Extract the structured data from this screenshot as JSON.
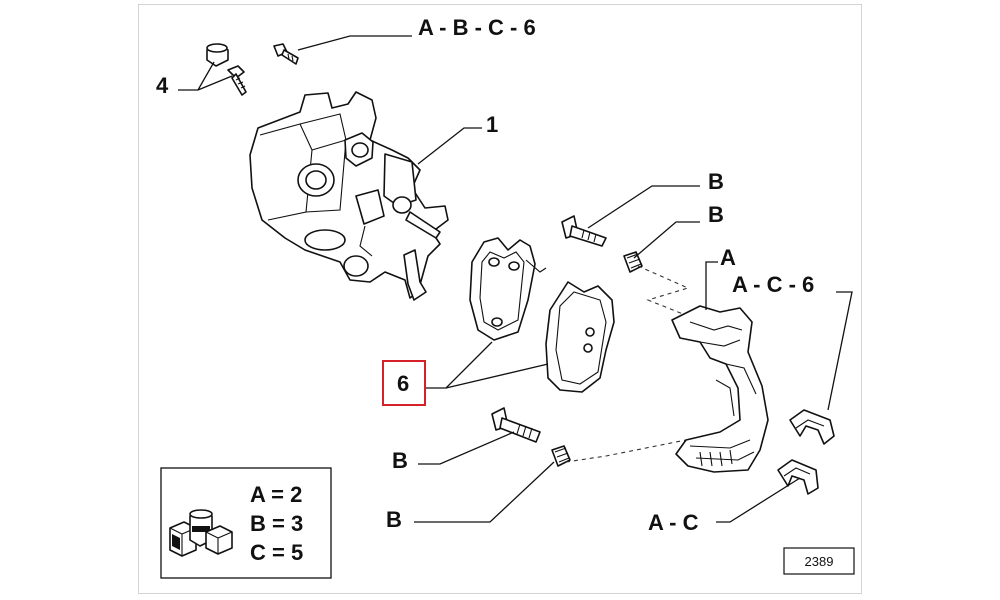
{
  "labels": {
    "top_callout": "A - B - C - 6",
    "item_4": "4",
    "item_1": "1",
    "b_upper_1": "B",
    "b_upper_2": "B",
    "a_single": "A",
    "a_c_6": "A - C - 6",
    "item_6": "6",
    "b_lower_1": "B",
    "b_lower_2": "B",
    "a_c": "A - C"
  },
  "legend": {
    "lines": [
      "A = 2",
      "B = 3",
      "C = 5"
    ]
  },
  "figure_number": "2389",
  "highlight_color": "#d6202a"
}
